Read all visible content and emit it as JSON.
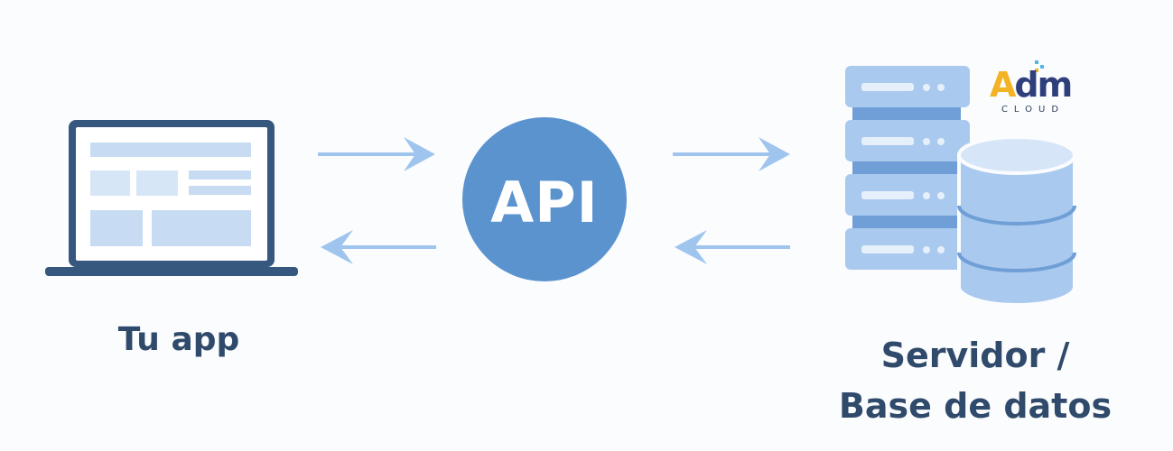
{
  "nodes": {
    "app": {
      "label": "Tu app"
    },
    "api": {
      "label": "API"
    },
    "server": {
      "label_line1": "Servidor /",
      "label_line2": "Base de datos"
    }
  },
  "logo": {
    "main_a": "A",
    "main_rest": "dm",
    "sub": "CLOUD"
  },
  "colors": {
    "api_circle": "#5b93cf",
    "arrow": "#9fc5ee",
    "laptop_frame": "#36577e",
    "server_block": "#a9c9ef",
    "text_dark": "#2f4a6a"
  }
}
